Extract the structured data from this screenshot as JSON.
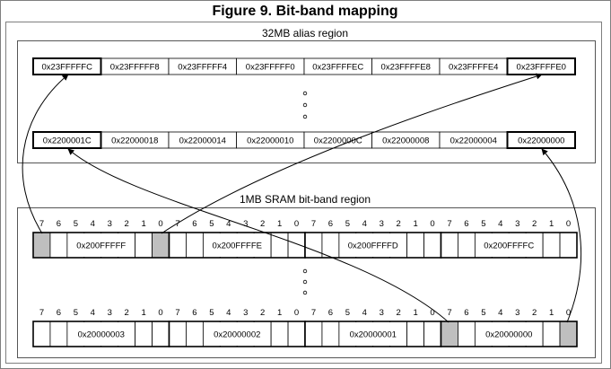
{
  "figure_title": "Figure 9. Bit-band mapping",
  "alias_region": {
    "title": "32MB alias region",
    "top_row": [
      "0x23FFFFFC",
      "0x23FFFFF8",
      "0x23FFFFF4",
      "0x23FFFFF0",
      "0x23FFFFEC",
      "0x23FFFFE8",
      "0x23FFFFE4",
      "0x23FFFFE0"
    ],
    "bottom_row": [
      "0x2200001C",
      "0x22000018",
      "0x22000014",
      "0x22000010",
      "0x2200000C",
      "0x22000008",
      "0x22000004",
      "0x22000000"
    ],
    "highlighted_columns": [
      0,
      7
    ]
  },
  "bitband_region": {
    "title": "1MB SRAM bit-band region",
    "bit_labels": [
      "7",
      "6",
      "5",
      "4",
      "3",
      "2",
      "1",
      "0"
    ],
    "top_bytes": [
      "0x200FFFFF",
      "0x200FFFFE",
      "0x200FFFFD",
      "0x200FFFFC"
    ],
    "bottom_bytes": [
      "0x20000003",
      "0x20000002",
      "0x20000001",
      "0x20000000"
    ]
  },
  "colors": {
    "border": "#000000",
    "frame": "#7f7f7f",
    "shaded_bit": "#bfbfbf",
    "background": "#ffffff"
  }
}
